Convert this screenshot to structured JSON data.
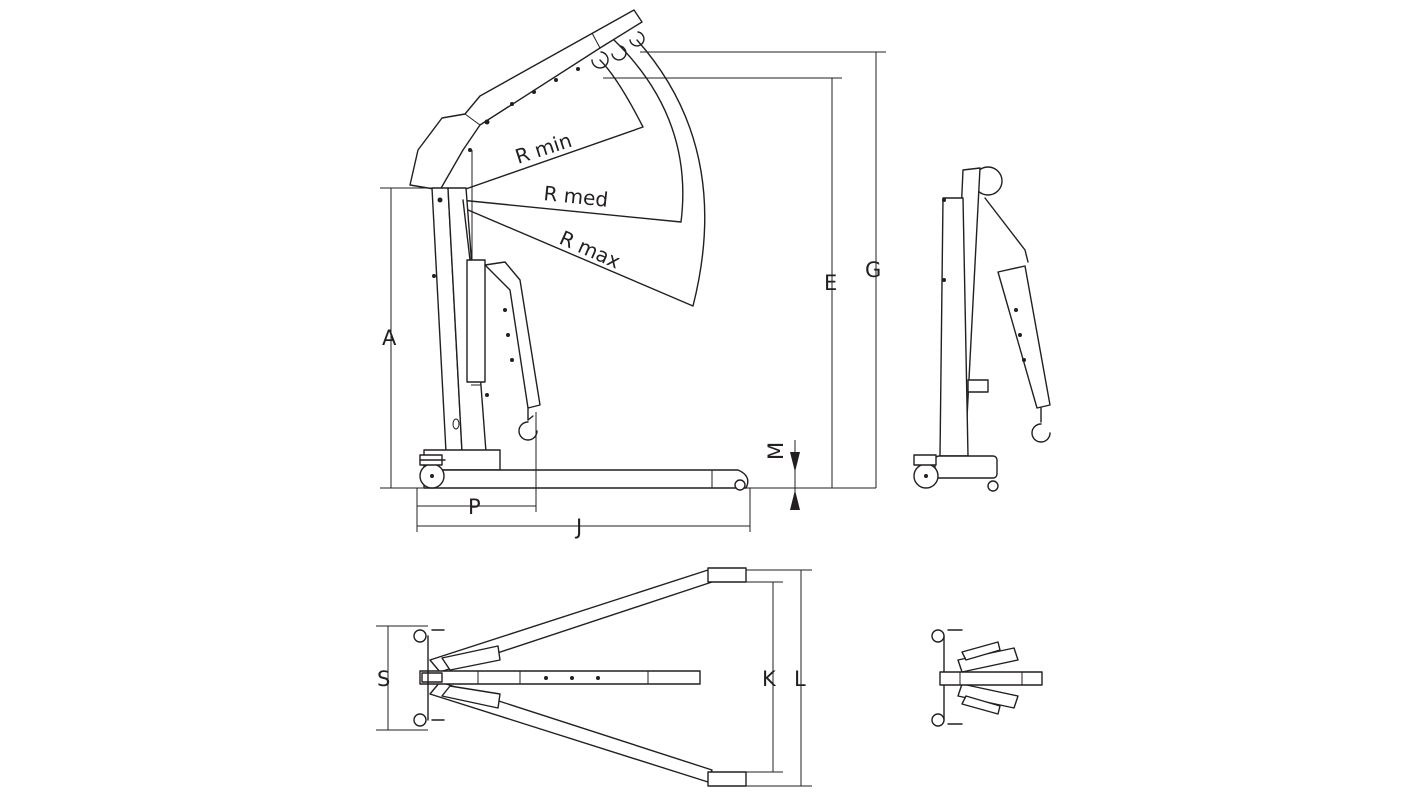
{
  "labels": {
    "a": "A",
    "e": "E",
    "g": "G",
    "m": "M",
    "p": "P",
    "j": "J",
    "s": "S",
    "k": "K",
    "l": "L",
    "r_min": "R min",
    "r_med": "R med",
    "r_max": "R max"
  },
  "colors": {
    "line": "#231f20",
    "background": "#ffffff"
  }
}
